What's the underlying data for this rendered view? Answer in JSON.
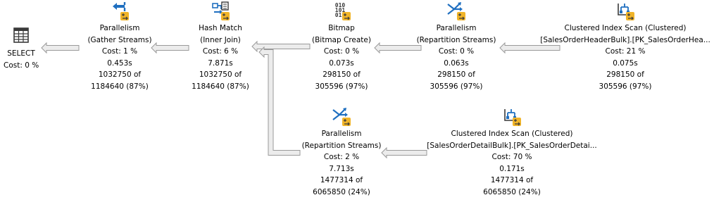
{
  "colors": {
    "icon_blue": "#1f6fc0",
    "icon_dark": "#3a3a3a",
    "badge_yellow": "#f0b429",
    "arrow_fill": "#ececec",
    "arrow_stroke": "#9a9a9a"
  },
  "operators": [
    {
      "id": "select",
      "icon": "select-table-icon",
      "lines": [
        "SELECT",
        "Cost: 0 %"
      ]
    },
    {
      "id": "parallelism-gather",
      "icon": "parallelism-gather-icon",
      "lines": [
        "Parallelism",
        "(Gather Streams)",
        "Cost: 1 %",
        "0.453s",
        "1032750 of",
        "1184640 (87%)"
      ]
    },
    {
      "id": "hash-match",
      "icon": "hash-match-icon",
      "lines": [
        "Hash Match",
        "(Inner Join)",
        "Cost: 6 %",
        "7.871s",
        "1032750 of",
        "1184640 (87%)"
      ]
    },
    {
      "id": "bitmap",
      "icon": "bitmap-icon",
      "lines": [
        "Bitmap",
        "(Bitmap Create)",
        "Cost: 0 %",
        "0.073s",
        "298150 of",
        "305596 (97%)"
      ]
    },
    {
      "id": "parallelism-repartition-1",
      "icon": "parallelism-repartition-icon",
      "lines": [
        "Parallelism",
        "(Repartition Streams)",
        "Cost: 0 %",
        "0.063s",
        "298150 of",
        "305596 (97%)"
      ]
    },
    {
      "id": "clustered-index-scan-header",
      "icon": "clustered-index-scan-icon",
      "lines": [
        "Clustered Index Scan (Clustered)",
        "[SalesOrderHeaderBulk].[PK_SalesOrderHea...",
        "Cost: 21 %",
        "0.075s",
        "298150 of",
        "305596 (97%)"
      ]
    },
    {
      "id": "parallelism-repartition-2",
      "icon": "parallelism-repartition-icon",
      "lines": [
        "Parallelism",
        "(Repartition Streams)",
        "Cost: 2 %",
        "7.713s",
        "1477314 of",
        "6065850 (24%)"
      ]
    },
    {
      "id": "clustered-index-scan-detail",
      "icon": "clustered-index-scan-icon",
      "lines": [
        "Clustered Index Scan (Clustered)",
        "[SalesOrderDetailBulk].[PK_SalesOrderDetai...",
        "Cost: 70 %",
        "0.171s",
        "1477314 of",
        "6065850 (24%)"
      ]
    }
  ]
}
